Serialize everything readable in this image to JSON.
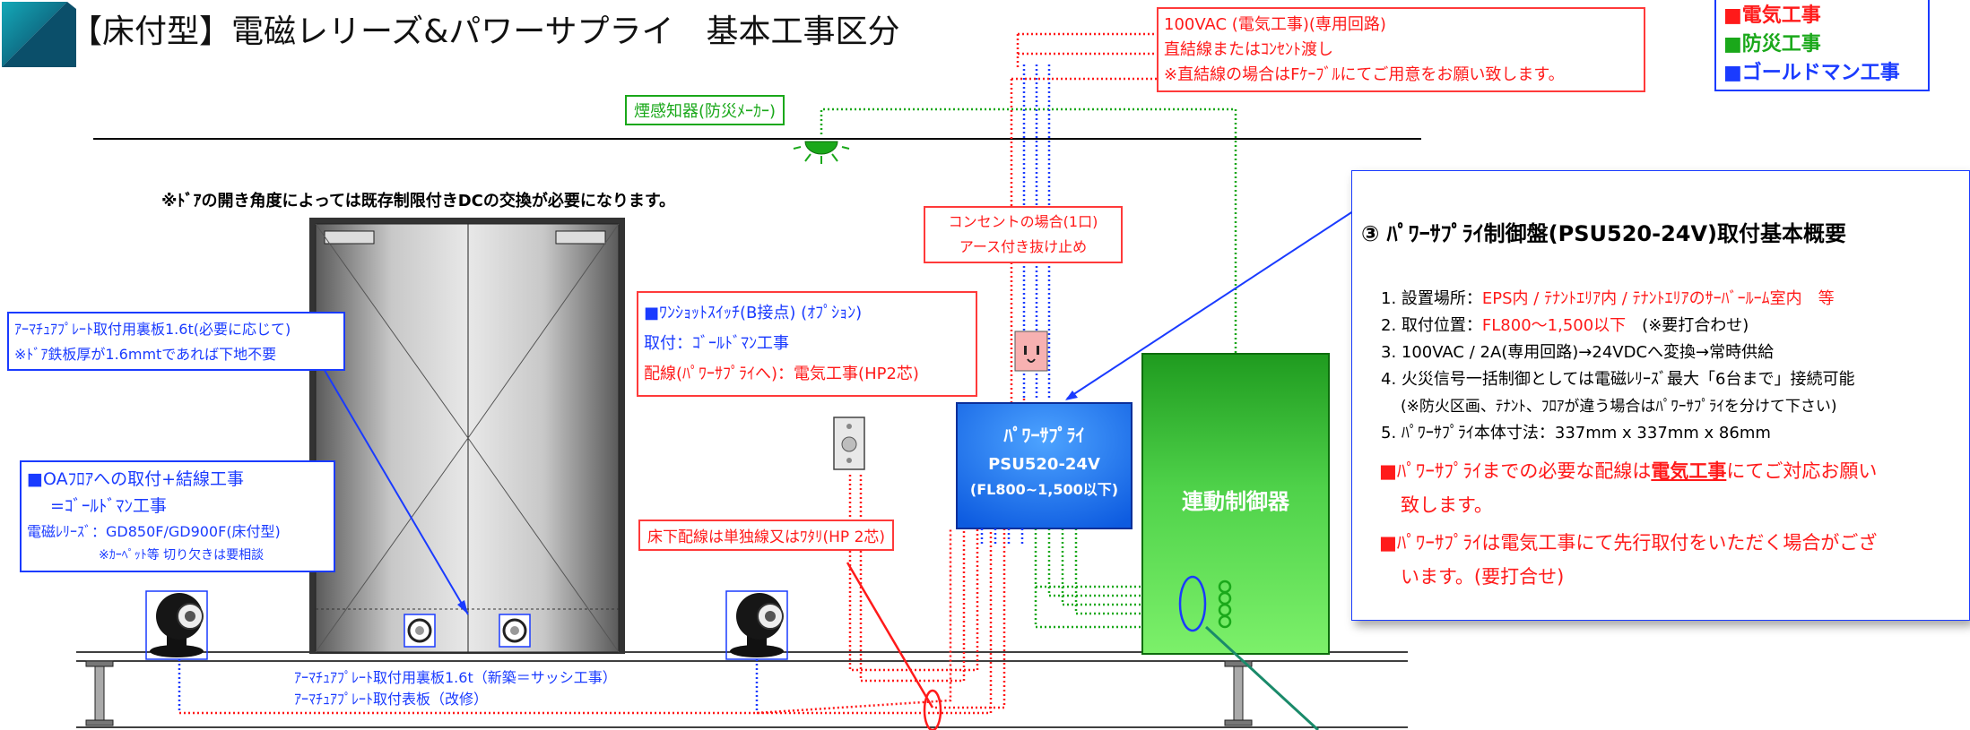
{
  "title": "【床付型】電磁レリーズ&パワーサプライ　基本工事区分",
  "legend": {
    "electrical": "■電気工事",
    "fire": "■防災工事",
    "goldman": "■ゴールドマン工事"
  },
  "power_note": {
    "line1": "100VAC (電気工事)(専用回路)",
    "line2": "直結線またはｺﾝｾﾝﾄ渡し",
    "line3": "※直結線の場合はFｹｰﾌﾞﾙにてご用意をお願い致します。"
  },
  "smoke_detector": "煙感知器(防災ﾒｰｶｰ)",
  "door_note": "※ﾄﾞｱの開き角度によっては既存制限付きDCの交換が必要になります。",
  "outlet_note": {
    "line1": "コンセントの場合(1口)",
    "line2": "アース付き抜け止め"
  },
  "armature_note": {
    "line1": "ｱｰﾏﾁｭｱﾌﾟﾚｰﾄ取付用裏板1.6t(必要に応じて)",
    "line2": "※ﾄﾞｱ鉄板厚が1.6mmtであれば下地不要"
  },
  "switch_note": {
    "line1": "■ﾜﾝｼｮｯﾄｽｲｯﾁ(B接点) (ｵﾌﾟｼｮﾝ)",
    "line2": "取付：ｺﾞｰﾙﾄﾞﾏﾝ工事",
    "line3": "配線(ﾊﾟﾜｰｻﾌﾟﾗｲへ)：電気工事(HP2芯)"
  },
  "oa_note": {
    "line1": "■OAﾌﾛｱへの取付+結線工事",
    "line2": "=ｺﾞｰﾙﾄﾞﾏﾝ工事",
    "line3": "電磁ﾚﾘｰｽﾞ：GD850F/GD900F(床付型)",
    "line4": "※ｶｰﾍﾟｯﾄ等 切り欠きは要相談"
  },
  "floor_wiring_note": "床下配線は単独線又はﾜﾀﾘ(HP 2芯)",
  "psu": {
    "line1": "ﾊﾟﾜｰｻﾌﾟﾗｲ",
    "line2": "PSU520-24V",
    "line3": "(FL800~1,500以下)"
  },
  "controller": "連動制御器",
  "bottom_note": {
    "line1": "ｱｰﾏﾁｭｱﾌﾟﾚｰﾄ取付用裏板1.6t（新築＝サッシ工事）",
    "line2": "ｱｰﾏﾁｭｱﾌﾟﾚｰﾄ取付表板（改修）"
  },
  "overview": {
    "heading": "③ ﾊﾟﾜｰｻﾌﾟﾗｲ制御盤(PSU520-24V)取付基本概要",
    "item1_label": "1. 設置場所：",
    "item1_value": "EPS内 / ﾃﾅﾝﾄｴﾘｱ内 / ﾃﾅﾝﾄｴﾘｱのｻｰﾊﾞｰﾙｰﾑ室内　等",
    "item2_label": "2. 取付位置：",
    "item2_value": "FL800～1,500以下",
    "item2_suffix": "　(※要打合わせ)",
    "item3": "3. 100VAC / 2A(専用回路)→24VDCへ変換→常時供給",
    "item4": "4. 火災信号一括制御としては電磁ﾚﾘｰｽﾞ最大「6台まで」接続可能",
    "item4b": "(※防火区画、ﾃﾅﾝﾄ、ﾌﾛｱが違う場合はﾊﾟﾜｰｻﾌﾟﾗｲを分けて下さい)",
    "item5": "5. ﾊﾟﾜｰｻﾌﾟﾗｲ本体寸法：337mm x 337mm x 86mm",
    "note1a": "■ﾊﾟﾜｰｻﾌﾟﾗｲまでの必要な配線は",
    "note1b": "電気工事",
    "note1c": "にてご対応お願い",
    "note1d": "致します。",
    "note2a": "■ﾊﾟﾜｰｻﾌﾟﾗｲは電気工事にて先行取付をいただく場合がござ",
    "note2b": "います。(要打合せ)"
  },
  "colors": {
    "electrical": "#ff1a1a",
    "fire": "#1aa81a",
    "goldman": "#1a3bff",
    "psu_fill": "#2a7bff",
    "controller_fill": "#45c83a"
  }
}
